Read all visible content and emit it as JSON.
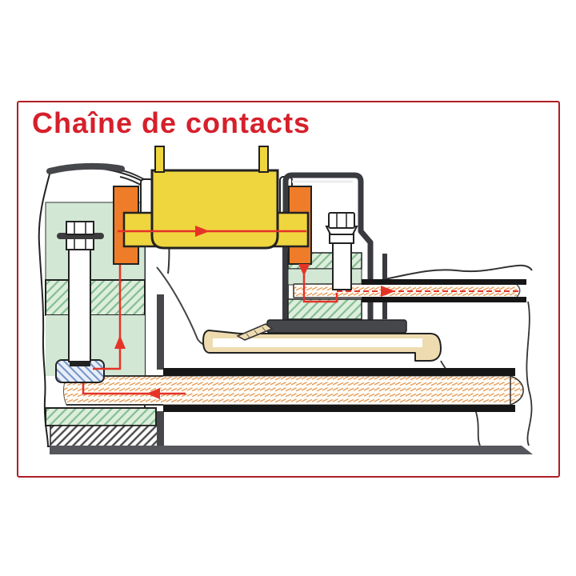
{
  "title": "Chaîne de contacts",
  "colors": {
    "frame_border": "#b01f26",
    "title_red": "#d6202b",
    "arrow_red": "#e63328",
    "contact_orange": "#ee7c28",
    "busbar_yellow": "#efd53e",
    "mint_green": "#d2e7d4",
    "hatch_green_bg": "#ddeedd",
    "hatch_green_line": "#84bd90",
    "conductor_hatch_line": "#e59b58",
    "nut_blue_line": "#7292c8",
    "nut_blue_bg": "#e7eef8",
    "support_dark": "#46474b",
    "base_gray": "#55575c",
    "tan": "#eedcb0",
    "body_stroke": "#3a3b3e"
  },
  "diagram": {
    "arrows": [
      {
        "name": "main-contact-flow",
        "direction": "right"
      },
      {
        "name": "right-contact-drop-flow",
        "direction": "down"
      },
      {
        "name": "upper-conductor-flow",
        "direction": "right"
      },
      {
        "name": "lower-conductor-flow",
        "direction": "left"
      },
      {
        "name": "left-riser-flow",
        "direction": "up"
      }
    ]
  }
}
